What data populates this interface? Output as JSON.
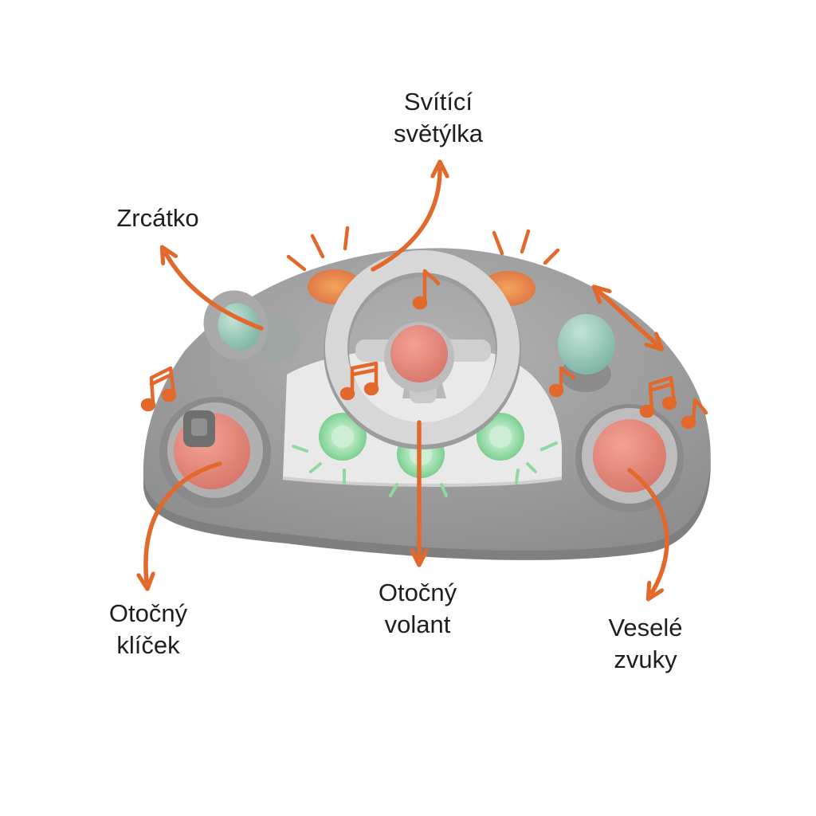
{
  "colors": {
    "accent": "#e2692b",
    "panel": "#9c9c9c",
    "coral": "#e08a7c",
    "mint": "#8fc4b3",
    "glow_green": "#8fd9a0"
  },
  "labels": {
    "lights": [
      "Svítící",
      "světýlka"
    ],
    "mirror": [
      "Zrcátko"
    ],
    "key": [
      "Otočný",
      "klíček"
    ],
    "wheel": [
      "Otočný",
      "volant"
    ],
    "sounds": [
      "Veselé",
      "zvuky"
    ]
  },
  "icons": [
    "music-note-icon",
    "arrow-icon",
    "double-arrow-icon",
    "light-ray-icon"
  ]
}
